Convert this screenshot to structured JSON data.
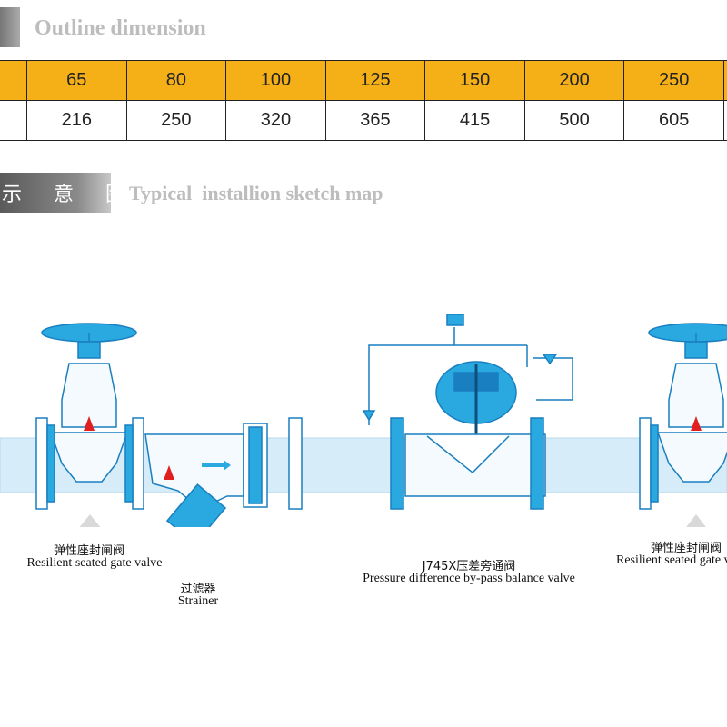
{
  "outline": {
    "title": "Outline dimension",
    "columns": [
      "65",
      "80",
      "100",
      "125",
      "150",
      "200",
      "250"
    ],
    "values": [
      "216",
      "250",
      "320",
      "365",
      "415",
      "500",
      "605"
    ]
  },
  "sketch": {
    "title_cn": "示 意 图",
    "title": "Typical  installion sketch map"
  },
  "labels": {
    "gate_valve_left_cn": "弹性座封闸阀",
    "gate_valve_left_en": "Resilient seated gate valve",
    "strainer_cn": "过滤器",
    "strainer_en": "Strainer",
    "balance_valve_cn": "J745X压差旁通阀",
    "balance_valve_en": "Pressure difference by-pass balance valve",
    "gate_valve_right_cn": "弹性座封闸阀",
    "gate_valve_right_en": "Resilient seated gate valve"
  },
  "colors": {
    "table_header": "#f5b018",
    "valve_blue": "#29a9e0",
    "pipe": "#d6ecf8"
  }
}
